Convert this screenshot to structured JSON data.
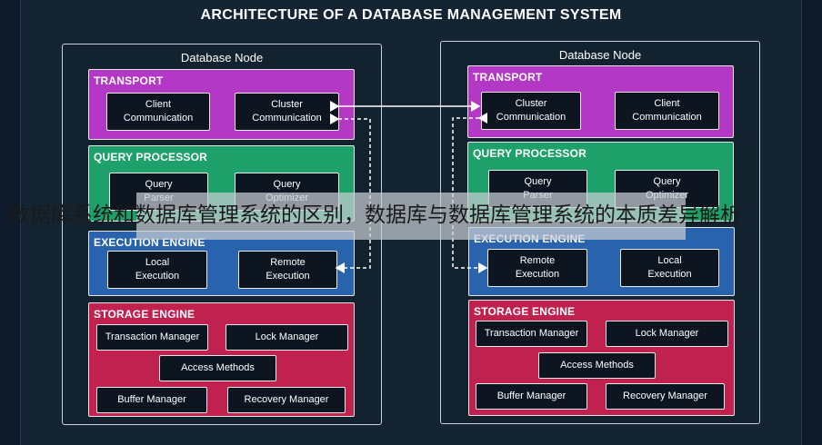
{
  "title": "ARCHITECTURE OF A DATABASE MANAGEMENT SYSTEM",
  "left_node": {
    "title": "Database Node",
    "transport": {
      "title": "TRANSPORT",
      "boxes": [
        "Client\nCommunication",
        "Cluster\nCommunication"
      ]
    },
    "query": {
      "title": "QUERY PROCESSOR",
      "boxes": [
        "Query\nParser",
        "Query\nOptimizer"
      ]
    },
    "execution": {
      "title": "EXECUTION ENGINE",
      "boxes": [
        "Local\nExecution",
        "Remote\nExecution"
      ]
    },
    "storage": {
      "title": "STORAGE ENGINE",
      "boxes": [
        "Transaction Manager",
        "Lock Manager",
        "Access Methods",
        "Buffer Manager",
        "Recovery Manager"
      ]
    }
  },
  "right_node": {
    "title": "Database Node",
    "transport": {
      "title": "TRANSPORT",
      "boxes": [
        "Cluster\nCommunication",
        "Client\nCommunication"
      ]
    },
    "query": {
      "title": "QUERY PROCESSOR",
      "boxes": [
        "Query\nParser",
        "Query\nOptimizer"
      ]
    },
    "execution": {
      "title": "EXECUTION ENGINE",
      "boxes": [
        "Remote\nExecution",
        "Local\nExecution"
      ]
    },
    "storage": {
      "title": "STORAGE ENGINE",
      "boxes": [
        "Transaction Manager",
        "Lock Manager",
        "Access Methods",
        "Buffer Manager",
        "Recovery Manager"
      ]
    }
  },
  "caption": "数据库系统和数据库管理系统的区别，数据库与数据库管理系统的本质差异解析",
  "colors": {
    "background": "#142433",
    "transport": "#b338c6",
    "query_processor": "#1ea06a",
    "execution_engine": "#2a63ad",
    "storage_engine": "#c0214f",
    "connector": "#ffffff"
  }
}
